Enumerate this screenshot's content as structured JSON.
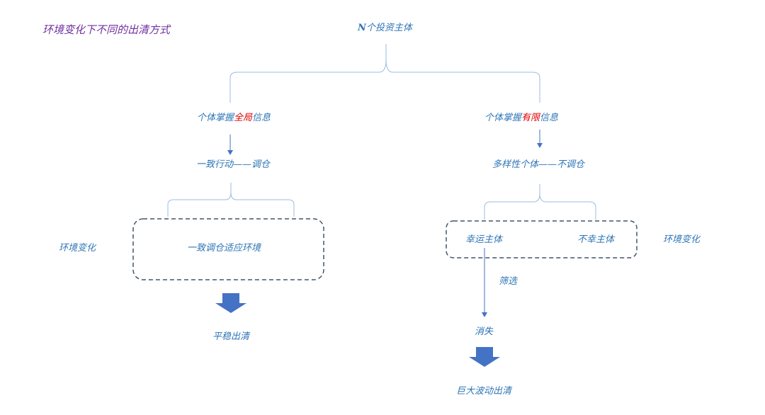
{
  "title": "环境变化下不同的出清方式",
  "root": {
    "prefix": "N",
    "label": "个投资主体"
  },
  "left": {
    "info_pre": "个体掌握",
    "info_hl": "全局",
    "info_post": "信息",
    "action": "一致行动——调仓",
    "env_label": "环境变化",
    "box_text": "一致调仓适应环境",
    "result": "平稳出清"
  },
  "right": {
    "info_pre": "个体掌握",
    "info_hl": "有限",
    "info_post": "信息",
    "action": "多样性个体——不调仓",
    "lucky": "幸运主体",
    "unlucky": "不幸主体",
    "env_label": "环境变化",
    "filter": "筛选",
    "vanish": "消失",
    "result": "巨大波动出清"
  },
  "colors": {
    "text": "#2e75b6",
    "title": "#7030a0",
    "highlight": "#e00000",
    "line": "#9dbbe0",
    "arrow": "#4472c4",
    "box_border": "#44546a",
    "block_arrow": "#4472c4"
  }
}
